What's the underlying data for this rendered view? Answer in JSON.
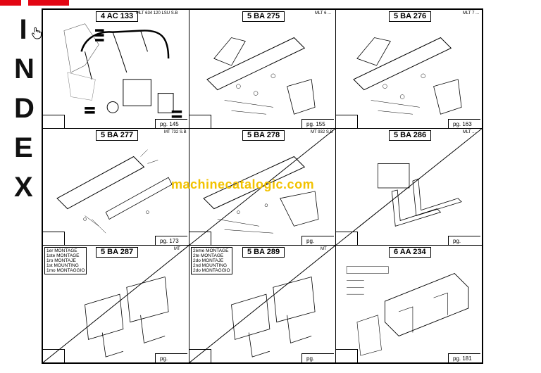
{
  "index_title": [
    "I",
    "N",
    "D",
    "E",
    "X"
  ],
  "watermark": "machinecatalogic.com",
  "cells": [
    {
      "code": "4 AC 133",
      "model": "MLT 634 120 LSU S.B",
      "page": "pg. 145"
    },
    {
      "code": "5 BA 275",
      "model": "MLT 6 ...",
      "page": "pg. 155"
    },
    {
      "code": "5 BA 276",
      "model": "MLT 7 ...",
      "page": "pg. 163"
    },
    {
      "code": "5 BA 277",
      "model": "MT 732 S.B",
      "page": "pg. 173"
    },
    {
      "code": "5 BA 278",
      "model": "MT 932 S.B",
      "page": "pg."
    },
    {
      "code": "5 BA 286",
      "model": "MLT ...",
      "page": "pg."
    },
    {
      "code": "5 BA 287",
      "model": "MT",
      "page": "pg.",
      "mounting": [
        "1er MONTAGE",
        "1ste MONTAGE",
        "1ro MONTAJE",
        "1st MOUNTING",
        "1mo MONTAGGIO"
      ]
    },
    {
      "code": "5 BA 289",
      "model": "MT",
      "page": "pg.",
      "mounting": [
        "2ème MONTAGE",
        "2te MONTAGE",
        "2do MONTAJE",
        "2nd MOUNTING",
        "2do MONTAGGIO"
      ]
    },
    {
      "code": "6 AA 234",
      "model": "",
      "page": "pg. 181"
    }
  ],
  "colors": {
    "accent_red": "#e30613",
    "watermark": "#f2c200"
  }
}
